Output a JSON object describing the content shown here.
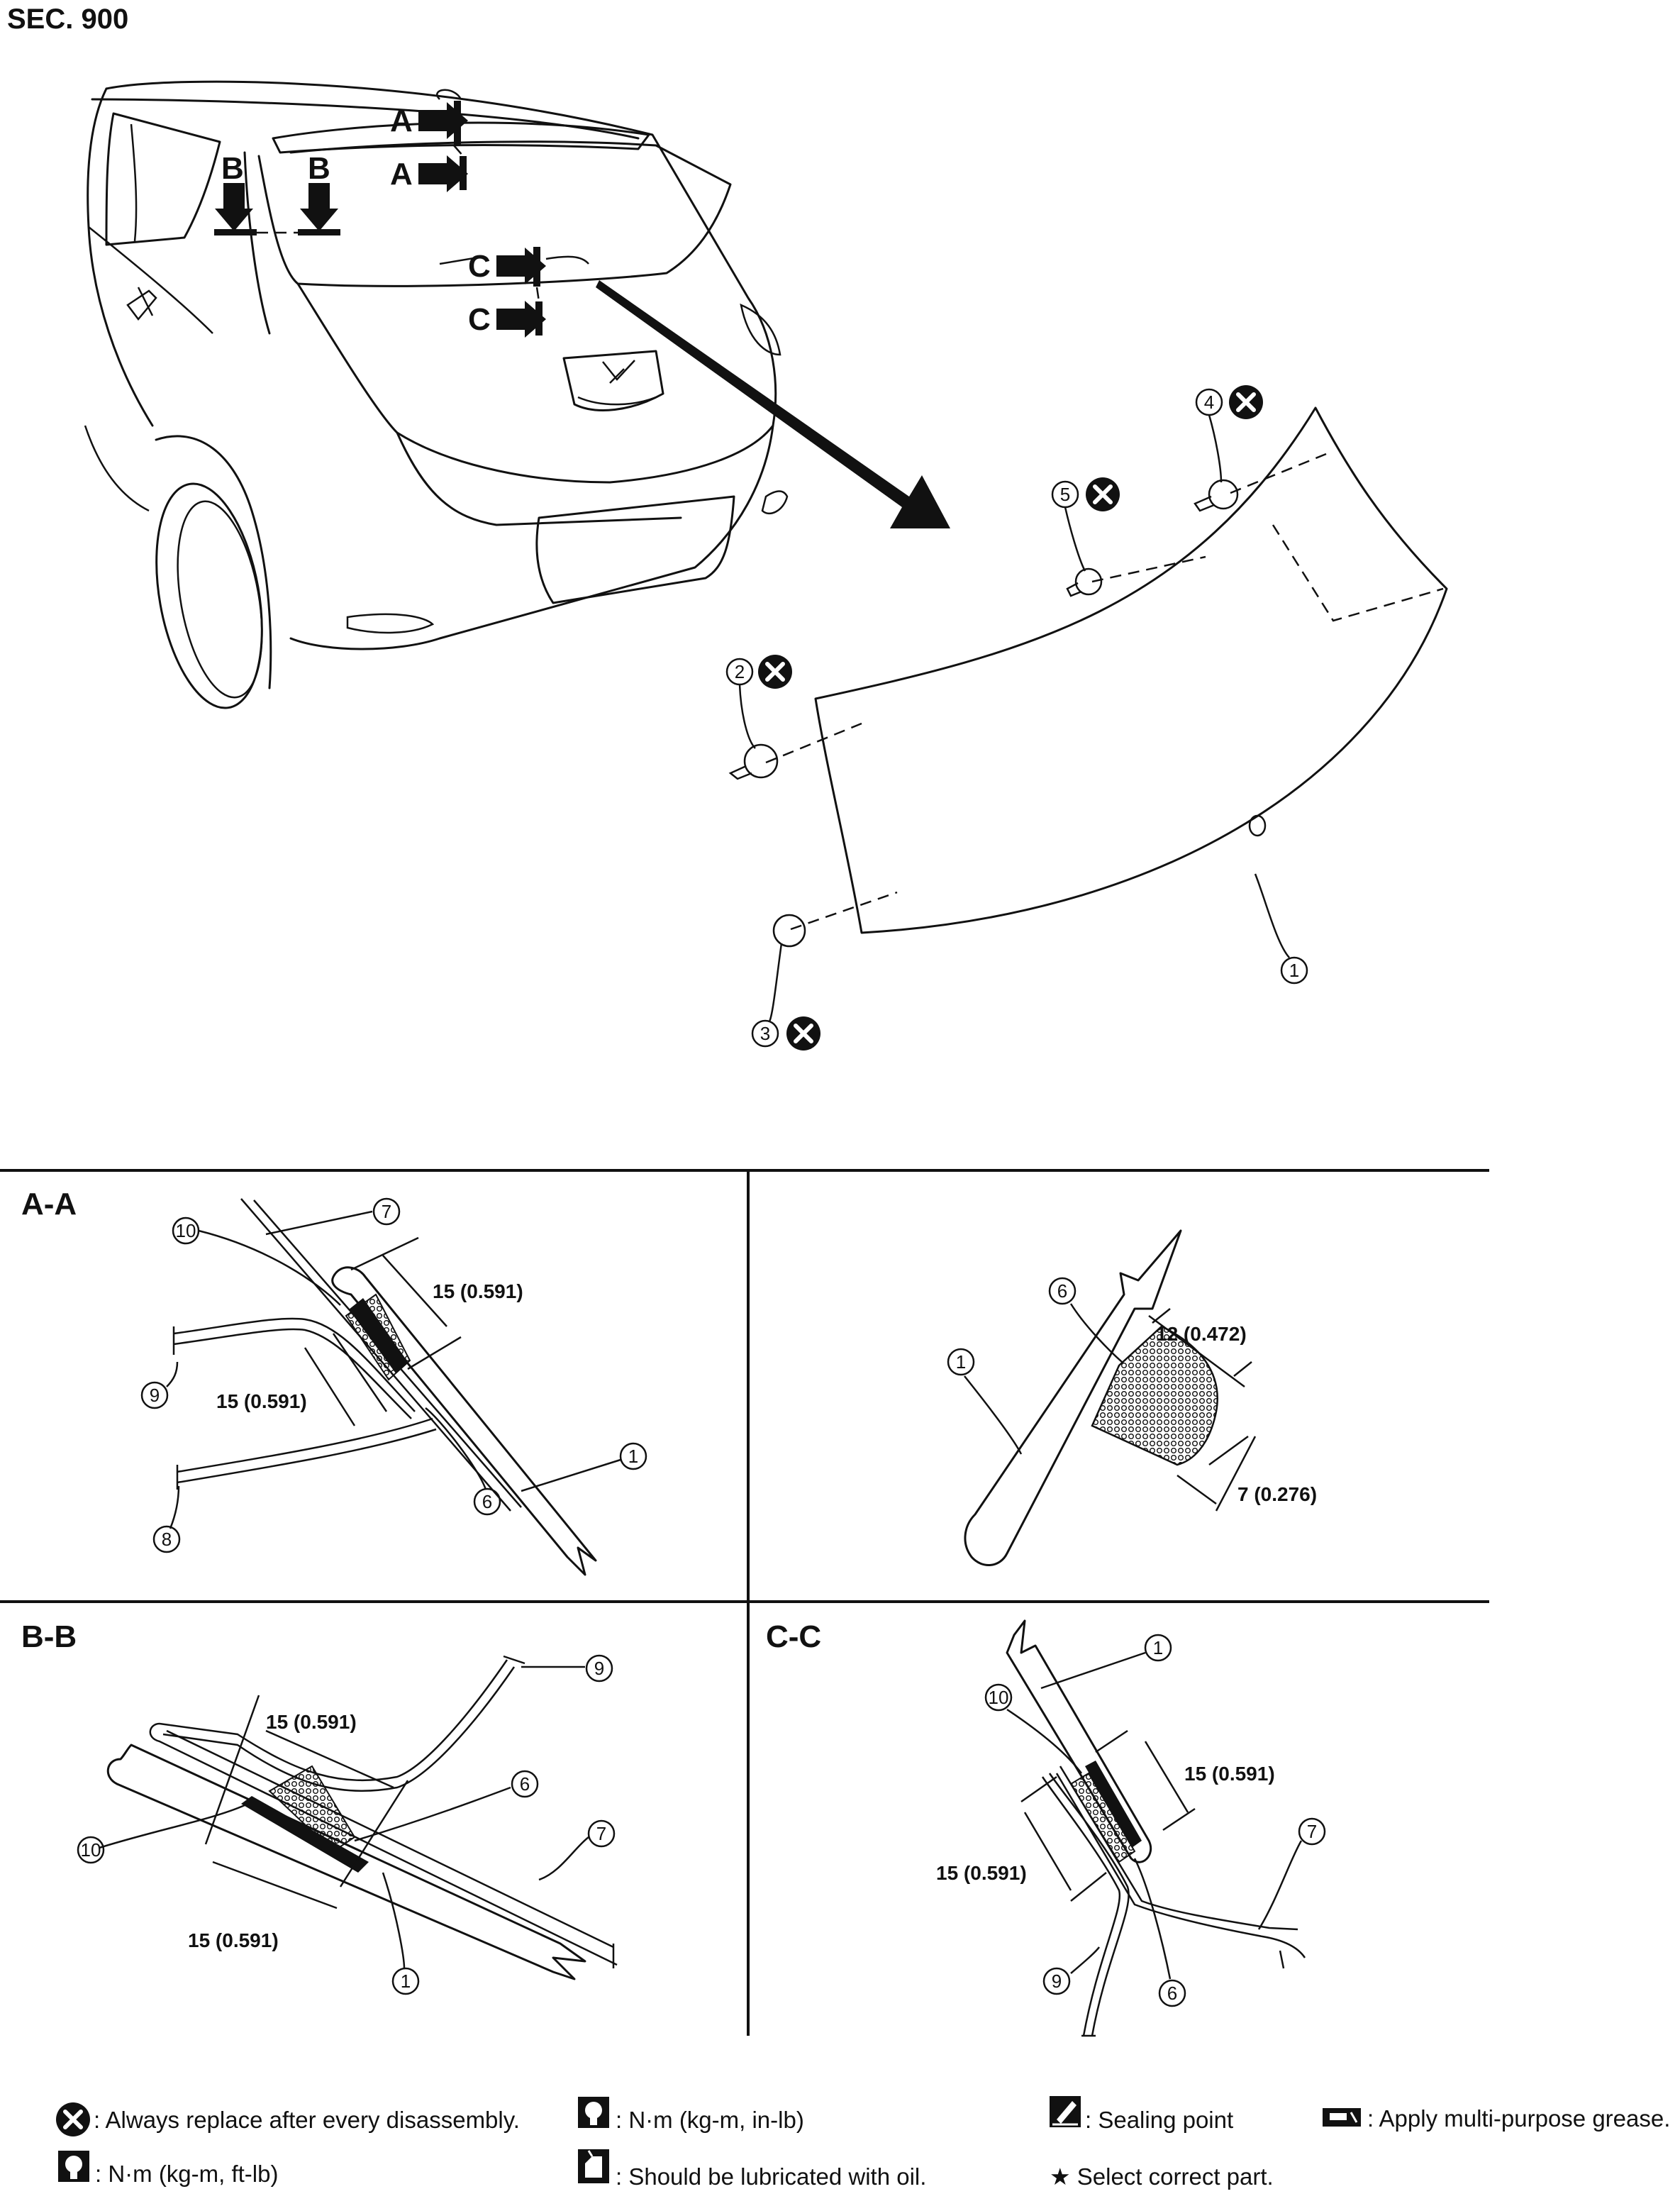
{
  "header": {
    "section": "SEC. 900"
  },
  "view_markers": {
    "a": "A",
    "b": "B",
    "c": "C"
  },
  "callouts": [
    "1",
    "2",
    "3",
    "4",
    "5",
    "6",
    "7",
    "8",
    "9",
    "10"
  ],
  "sections": {
    "aa": {
      "title": "A-A",
      "dim1": "15 (0.591)",
      "dim2": "15 (0.591)"
    },
    "detail": {
      "dim1": "12 (0.472)",
      "dim2": "7 (0.276)"
    },
    "bb": {
      "title": "B-B",
      "dim1": "15 (0.591)",
      "dim2": "15 (0.591)"
    },
    "cc": {
      "title": "C-C",
      "dim1": "15 (0.591)",
      "dim2": "15 (0.591)"
    }
  },
  "legend": {
    "replace": ": Always replace after every disassembly.",
    "torque_in": ": N·m (kg-m, in-lb)",
    "sealing": ": Sealing point",
    "grease": ": Apply multi-purpose grease.",
    "torque_ft": ": N·m (kg-m, ft-lb)",
    "oil": ": Should be lubricated with oil.",
    "select": "★ Select correct part."
  }
}
